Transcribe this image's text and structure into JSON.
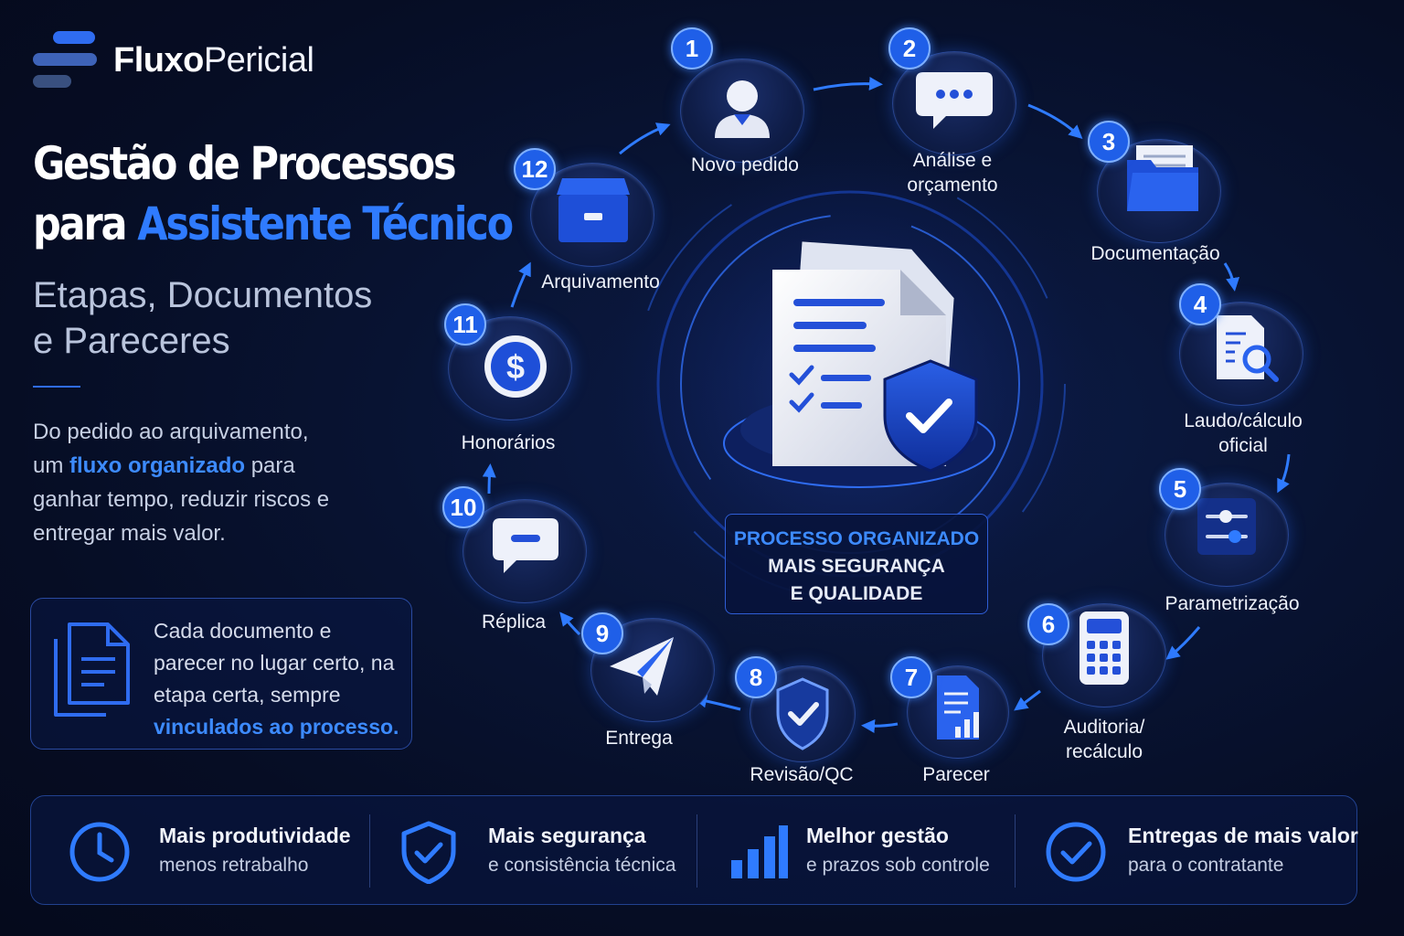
{
  "brand": {
    "bold": "Fluxo",
    "regular": "Pericial"
  },
  "title": {
    "line1": "Gestão de Processos",
    "line2_plain": "para",
    "line2_highlight": "Assistente Técnico"
  },
  "subtitle": {
    "line1": "Etapas, Documentos",
    "line2": "e Pareceres"
  },
  "intro": {
    "part1": "Do pedido ao arquivamento, um",
    "highlight": "fluxo organizado",
    "part2": "para ganhar tempo, reduzir riscos e entregar mais valor."
  },
  "note": {
    "part1": "Cada documento e parecer no lugar certo, na etapa certa, sempre",
    "highlight": "vinculados ao processo."
  },
  "center": {
    "line1": "PROCESSO ORGANIZADO",
    "line2": "MAIS SEGURANÇA",
    "line3": "E QUALIDADE"
  },
  "steps": [
    {
      "number": "1",
      "label": "Novo pedido",
      "icon": "user-icon"
    },
    {
      "number": "2",
      "label": "Análise e\norçamento",
      "icon": "chat-bubble-icon"
    },
    {
      "number": "3",
      "label": "Documentação",
      "icon": "folder-icon"
    },
    {
      "number": "4",
      "label": "Laudo/cálculo\noficial",
      "icon": "document-search-icon"
    },
    {
      "number": "5",
      "label": "Parametrização",
      "icon": "sliders-icon"
    },
    {
      "number": "6",
      "label": "Auditoria/\nrecálculo",
      "icon": "calculator-icon"
    },
    {
      "number": "7",
      "label": "Parecer",
      "icon": "report-chart-icon"
    },
    {
      "number": "8",
      "label": "Revisão/QC",
      "icon": "shield-check-icon"
    },
    {
      "number": "9",
      "label": "Entrega",
      "icon": "paper-plane-icon"
    },
    {
      "number": "10",
      "label": "Réplica",
      "icon": "reply-bubble-icon"
    },
    {
      "number": "11",
      "label": "Honorários",
      "icon": "dollar-coin-icon"
    },
    {
      "number": "12",
      "label": "Arquivamento",
      "icon": "archive-box-icon"
    }
  ],
  "benefits": [
    {
      "title": "Mais produtividade",
      "subtitle": "menos retrabalho",
      "icon": "clock-icon"
    },
    {
      "title": "Mais segurança",
      "subtitle": "e consistência técnica",
      "icon": "shield-check-icon"
    },
    {
      "title": "Melhor gestão",
      "subtitle": "e prazos sob controle",
      "icon": "bar-chart-icon"
    },
    {
      "title": "Entregas de mais valor",
      "subtitle": "para o contratante",
      "icon": "check-circle-icon"
    }
  ],
  "colors": {
    "accent": "#2f7bff",
    "background": "#060d24",
    "badge": "#1f5fe8"
  }
}
